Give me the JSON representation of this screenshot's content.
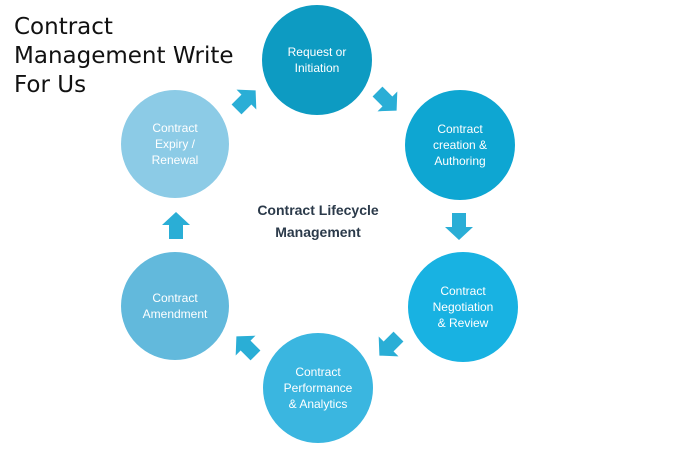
{
  "page": {
    "title_lines": [
      "Contract",
      "Management Write",
      "For Us"
    ]
  },
  "diagram": {
    "center_label_lines": [
      "Contract Lifecycle",
      "Management"
    ],
    "arrow_color": "#2aaed6",
    "stages": [
      {
        "label_lines": [
          "Request or",
          "Initiation"
        ],
        "color": "#0d9bc2"
      },
      {
        "label_lines": [
          "Contract",
          "creation &",
          "Authoring"
        ],
        "color": "#0ea6d2"
      },
      {
        "label_lines": [
          "Contract",
          "Negotiation",
          "& Review"
        ],
        "color": "#18b2e2"
      },
      {
        "label_lines": [
          "Contract",
          "Performance",
          "& Analytics"
        ],
        "color": "#3ab6e0"
      },
      {
        "label_lines": [
          "Contract",
          "Amendment"
        ],
        "color": "#62b9dc"
      },
      {
        "label_lines": [
          "Contract",
          "Expiry /",
          "Renewal"
        ],
        "color": "#8ccbe6"
      }
    ]
  }
}
